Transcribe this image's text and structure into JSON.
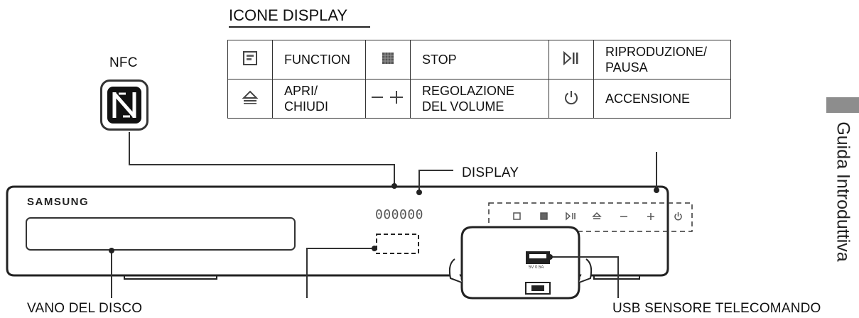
{
  "table_title": "ICONE DISPLAY",
  "nfc_label": "NFC",
  "display_label": "DISPLAY",
  "brand": "SAMSUNG",
  "display_digits": "000000",
  "side_section": "Guida Introduttiva",
  "bottom_labels": {
    "disc_tray": "VANO DEL DISCO",
    "usb_sensor": "USB SENSORE TELECOMANDO"
  },
  "icon_table": {
    "rows": [
      [
        {
          "icon": "function-icon",
          "label": "FUNCTION"
        },
        {
          "icon": "stop-icon",
          "label": "STOP"
        },
        {
          "icon": "play-pause-icon",
          "label": "RIPRODUZIONE/\nPAUSA"
        }
      ],
      [
        {
          "icon": "eject-icon",
          "label": "APRI/\nCHIUDI"
        },
        {
          "icon": "volume-icon",
          "label": "REGOLAZIONE\nDEL VOLUME"
        },
        {
          "icon": "power-icon",
          "label": "ACCENSIONE"
        }
      ]
    ]
  },
  "usb_port_text": "5V 0.5A"
}
